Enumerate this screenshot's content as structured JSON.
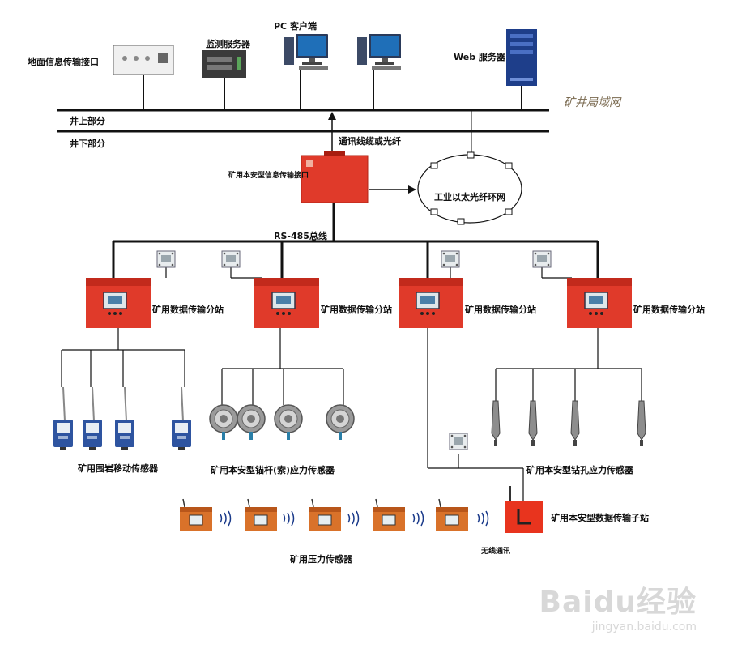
{
  "surface": {
    "ground_interface": "地面信息传输接口",
    "monitor_server": "监测服务器",
    "pc_client": "PC 客户端",
    "web_server": "Web 服务器",
    "mine_lan": "矿井局域网"
  },
  "levels": {
    "above": "井上部分",
    "below": "井下部分"
  },
  "links": {
    "comm_cable": "通讯线缆或光纤",
    "rs485": "RS-485总线",
    "wireless": "无线通讯"
  },
  "underground": {
    "info_interface": "矿用本安型信息传输接口",
    "ethernet_ring": "工业以太光纤环网",
    "substation_label": "矿用数据传输分站",
    "sub_station": "矿用本安型数据传输子站"
  },
  "sensors": {
    "rock_movement": "矿用围岩移动传感器",
    "anchor_stress": "矿用本安型锚杆(索)应力传感器",
    "borehole_stress": "矿用本安型钻孔应力传感器",
    "pressure": "矿用压力传感器"
  },
  "watermark": {
    "brand": "Baidu经验",
    "url": "jingyan.baidu.com"
  },
  "colors": {
    "device_red": "#e03a2a",
    "device_orange": "#d9722a",
    "bus_black": "#111111",
    "lan_text": "#7a6a50"
  }
}
